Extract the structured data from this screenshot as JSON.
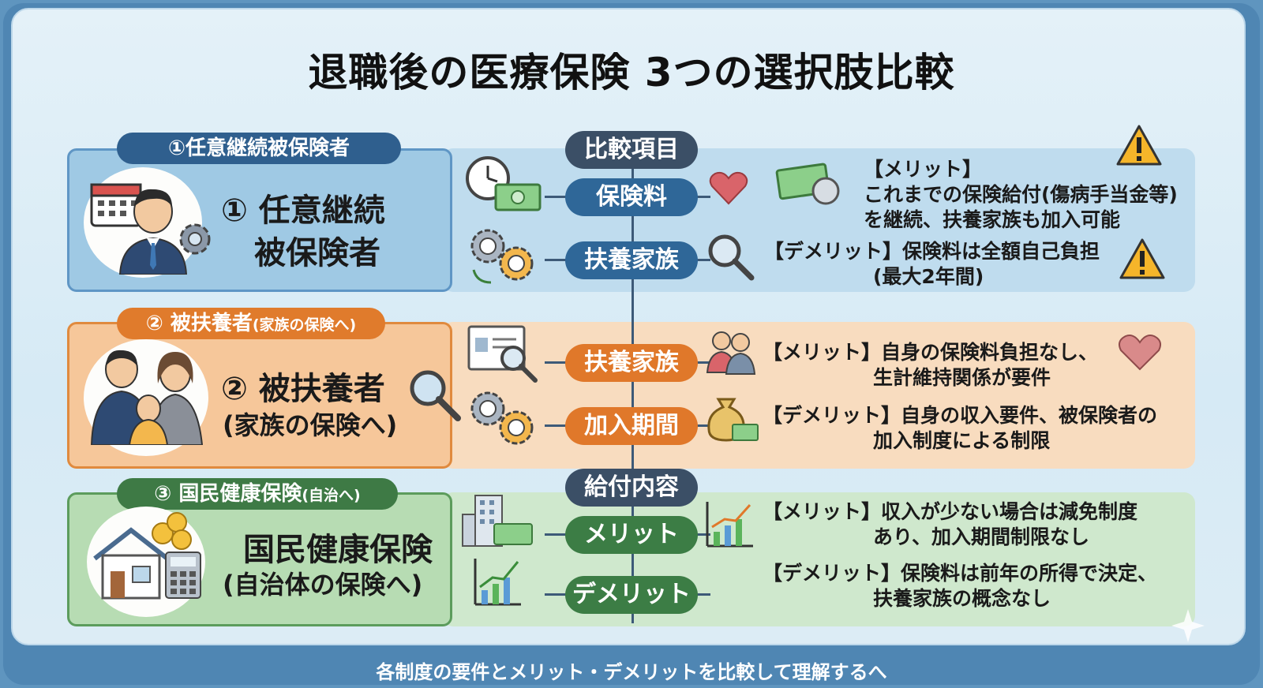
{
  "title": "退職後の医療保険 3つの選択肢比較",
  "footer": "各制度の要件とメリット・デメリットを比較して理解するへ",
  "options": [
    {
      "tab": "①任意継続被保険者",
      "name_line1": "① 任意継続",
      "name_line2": "被保険者",
      "color": "#5f96c5"
    },
    {
      "tab_main": "② 被扶養者",
      "tab_sub": "(家族の保険へ)",
      "name_line1": "② 被扶養者",
      "name_line2": "(家族の保険へ)",
      "color": "#e08a3e"
    },
    {
      "tab_main": "③ 国民健康保険",
      "tab_sub": "(自治へ)",
      "name_line1": "国民健康保険",
      "name_line2": "(自治体の保険へ)",
      "color": "#5c9c5c"
    }
  ],
  "center": {
    "header": "比較項目",
    "items": [
      "保険料",
      "扶養家族",
      "扶養家族",
      "加入期間",
      "給付内容",
      "メリット",
      "デメリット"
    ]
  },
  "details": {
    "r1_merit_title": "【メリット】",
    "r1_merit_l1": "これまでの保険給付(傷病手当金等)",
    "r1_merit_l2": "を継続、扶養家族も加入可能",
    "r1_demerit_l1": "【デメリット】保険料は全額自己負担",
    "r1_demerit_l2": "(最大2年間)",
    "r2_merit_l1": "【メリット】自身の保険料負担なし、",
    "r2_merit_l2": "生計維持関係が要件",
    "r2_demerit_l1": "【デメリット】自身の収入要件、被保険者の",
    "r2_demerit_l2": "加入制度による制限",
    "r3_merit_l1": "【メリット】収入が少ない場合は減免制度",
    "r3_merit_l2": "あり、加入期間制限なし",
    "r3_demerit_l1": "【デメリット】保険料は前年の所得で決定、",
    "r3_demerit_l2": "扶養家族の概念なし"
  },
  "icons": [
    "calendar-icon",
    "businessman-icon",
    "gear-icon",
    "clock-icon",
    "money-icon",
    "refresh-gears-icon",
    "heart-icon",
    "warning-icon",
    "magnifier-icon",
    "family-icon",
    "document-icon",
    "people-icon",
    "money-bag-icon",
    "house-icon",
    "coins-icon",
    "calculator-icon",
    "building-icon",
    "chart-icon"
  ],
  "colors": {
    "band_blue": "#bfdcee",
    "band_orange": "#f8dcbf",
    "band_green": "#cfe8cd",
    "pill_head": "#3b4f66",
    "pill_blue": "#2f6798",
    "pill_orange": "#e0782a",
    "pill_green": "#3c7d45",
    "heart": "#d9646a",
    "warning": "#f5b52a"
  }
}
